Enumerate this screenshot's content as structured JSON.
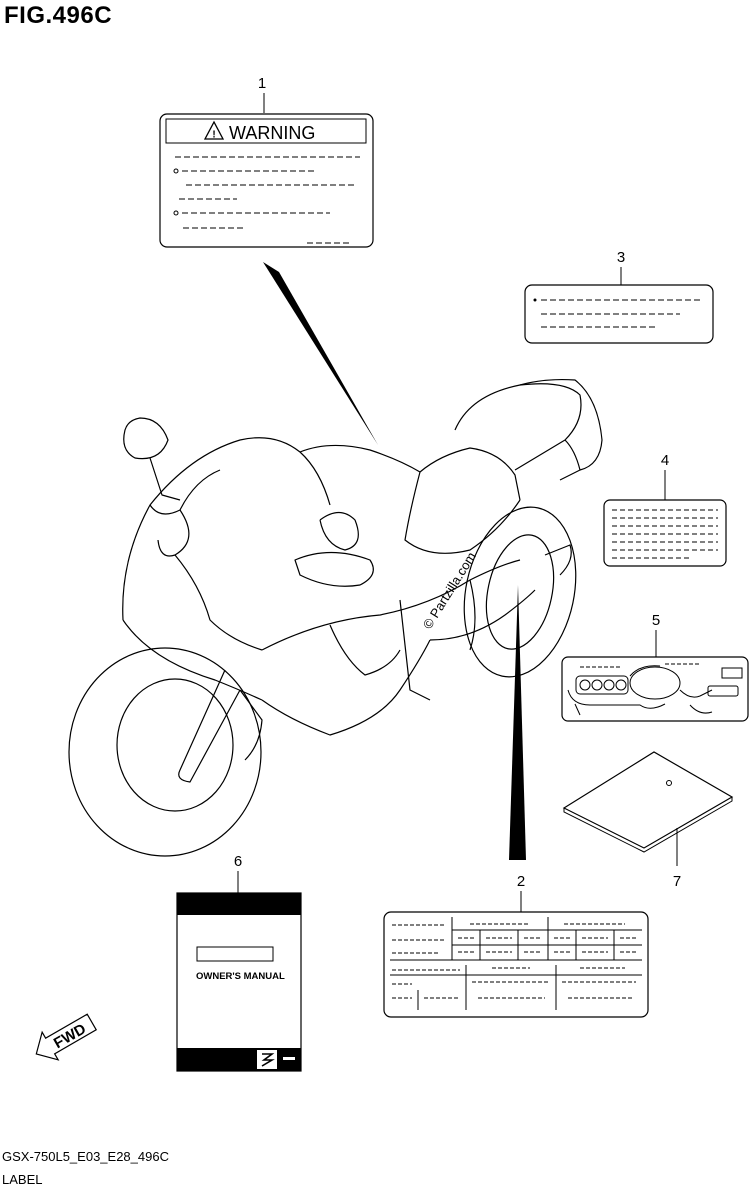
{
  "figure_title": "FIG.496C",
  "callouts": [
    "1",
    "2",
    "3",
    "4",
    "5",
    "6",
    "7"
  ],
  "warning_label": {
    "heading": "WARNING",
    "warning_symbol": "!"
  },
  "owners_manual": {
    "title": "OWNER'S MANUAL"
  },
  "direction_arrow": {
    "label": "FWD"
  },
  "watermark": "© Partzilla.com",
  "footer": {
    "model_code": "GSX-750L5_E03_E28_496C",
    "section": "LABEL"
  }
}
